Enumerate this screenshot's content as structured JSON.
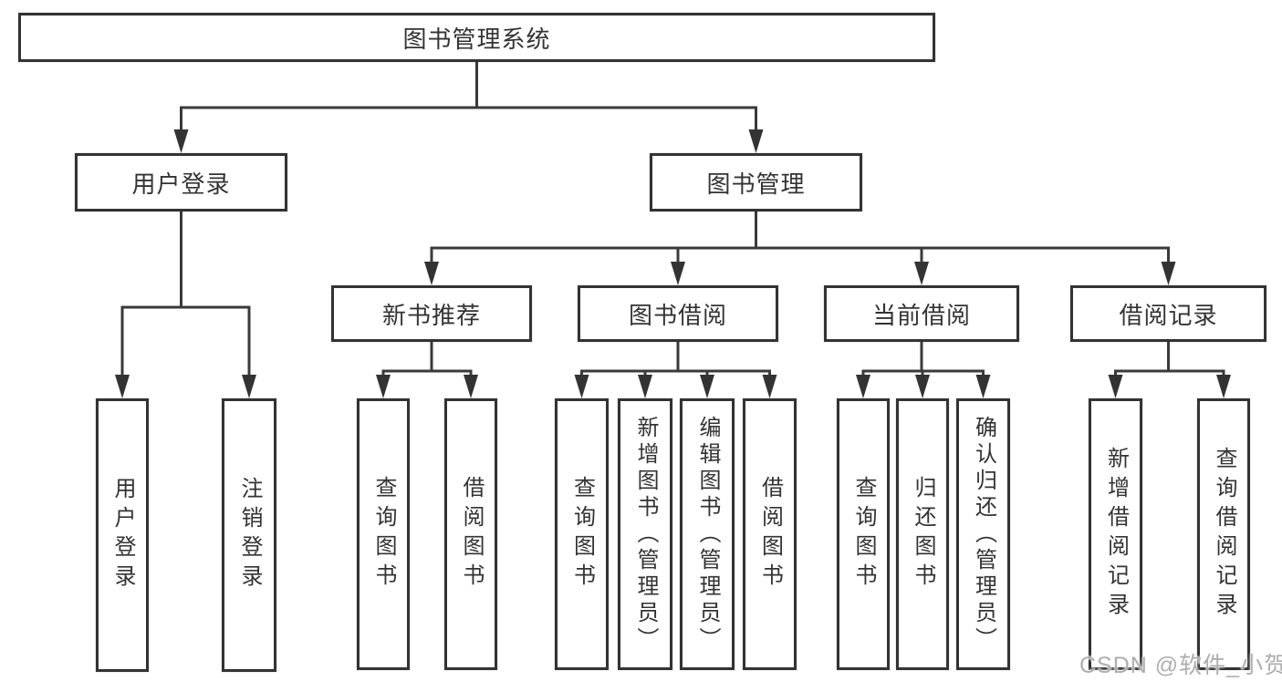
{
  "diagram": {
    "type": "hierarchy-tree",
    "colors": {
      "background": "#ffffff",
      "box_border": "#333333",
      "line": "#3a3a3a",
      "text": "#333333",
      "watermark": "#aeaeae"
    }
  },
  "tree": {
    "label": "图书管理系统",
    "children": [
      {
        "label": "用户登录",
        "children": [
          {
            "label": "用户登录"
          },
          {
            "label": "注销登录"
          }
        ]
      },
      {
        "label": "图书管理",
        "children": [
          {
            "label": "新书推荐",
            "children": [
              {
                "label": "查询图书"
              },
              {
                "label": "借阅图书"
              }
            ]
          },
          {
            "label": "图书借阅",
            "children": [
              {
                "label": "查询图书"
              },
              {
                "label": "新增图书（管理员）"
              },
              {
                "label": "编辑图书（管理员）"
              },
              {
                "label": "借阅图书"
              }
            ]
          },
          {
            "label": "当前借阅",
            "children": [
              {
                "label": "查询图书"
              },
              {
                "label": "归还图书"
              },
              {
                "label": "确认归还（管理员）"
              }
            ]
          },
          {
            "label": "借阅记录",
            "children": [
              {
                "label": "新增借阅记录"
              },
              {
                "label": "查询借阅记录"
              }
            ]
          }
        ]
      }
    ]
  },
  "watermark": {
    "text": "CSDN @软件_小贺同学"
  }
}
